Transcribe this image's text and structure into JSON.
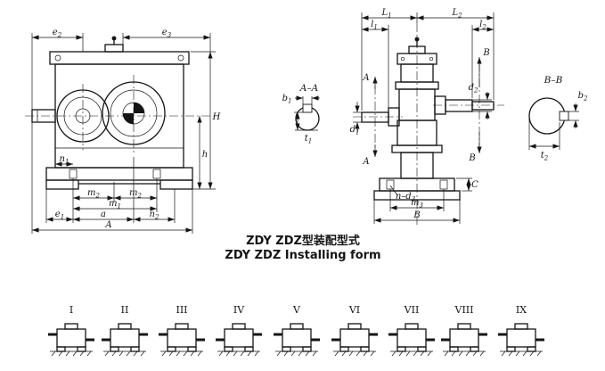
{
  "caption": {
    "zh": "ZDY ZDZ型装配型式",
    "en": "ZDY ZDZ Installing form"
  },
  "front_view": {
    "e2": {
      "base": "e",
      "sub": "2"
    },
    "e3": {
      "base": "e",
      "sub": "3"
    },
    "H": {
      "base": "H",
      "sub": ""
    },
    "h": {
      "base": "h",
      "sub": ""
    },
    "n1": {
      "base": "n",
      "sub": "1"
    },
    "m2_left": {
      "base": "m",
      "sub": "2"
    },
    "m2_right": {
      "base": "m",
      "sub": "2"
    },
    "m1": {
      "base": "m",
      "sub": "1"
    },
    "e1": {
      "base": "e",
      "sub": "1"
    },
    "a": {
      "base": "a",
      "sub": ""
    },
    "n2": {
      "base": "n",
      "sub": "2"
    },
    "A": {
      "base": "A",
      "sub": ""
    }
  },
  "section_aa": {
    "title": "A–A",
    "b1": {
      "base": "b",
      "sub": "1"
    },
    "t1": {
      "base": "t",
      "sub": "1"
    }
  },
  "side_view": {
    "L1": {
      "base": "L",
      "sub": "1"
    },
    "L2": {
      "base": "L",
      "sub": "2"
    },
    "l1": {
      "base": "l",
      "sub": "1"
    },
    "l2": {
      "base": "l",
      "sub": "2"
    },
    "A_top": {
      "base": "A",
      "sub": ""
    },
    "A_bottom": {
      "base": "A",
      "sub": ""
    },
    "B_top": {
      "base": "B",
      "sub": ""
    },
    "B_bottom": {
      "base": "B",
      "sub": ""
    },
    "d1": {
      "base": "d",
      "sub": "1"
    },
    "d2": {
      "base": "d",
      "sub": "2"
    },
    "C": {
      "base": "C",
      "sub": ""
    },
    "n_d3": {
      "base": "n–d",
      "sub": "3"
    },
    "m3": {
      "base": "m",
      "sub": "3"
    },
    "B_width": {
      "base": "B",
      "sub": ""
    }
  },
  "section_bb": {
    "title": "B–B",
    "b2": {
      "base": "b",
      "sub": "2"
    },
    "t2": {
      "base": "t",
      "sub": "2"
    }
  },
  "forms": {
    "items": [
      "I",
      "II",
      "III",
      "IV",
      "V",
      "VI",
      "VII",
      "VIII",
      "IX"
    ]
  }
}
